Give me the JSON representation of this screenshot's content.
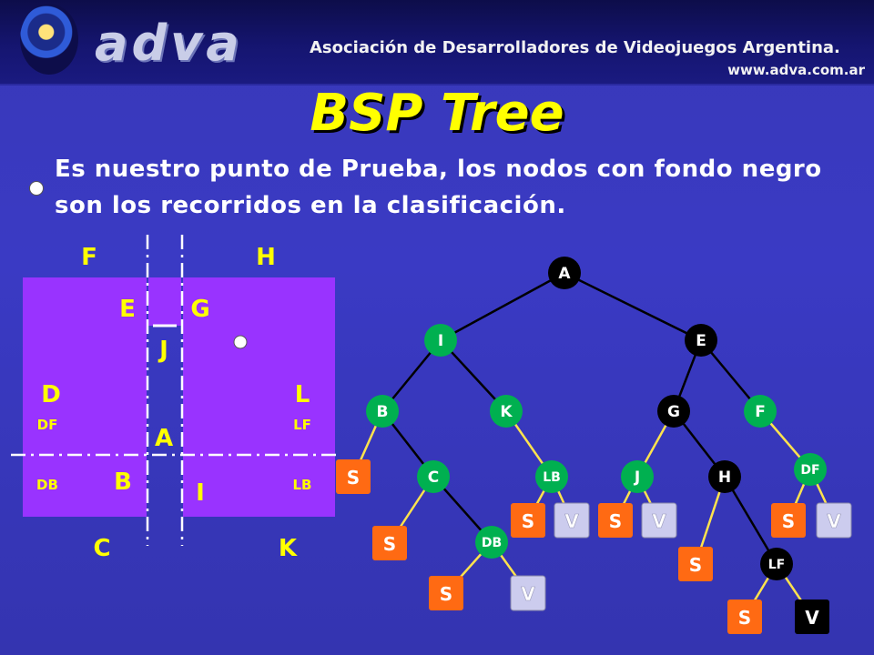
{
  "header": {
    "logo_text": "adva",
    "organization": "Asociación de Desarrolladores de Videojuegos Argentina.",
    "url": "www.adva.com.ar"
  },
  "title": "BSP Tree",
  "intro_text": "Es nuestro punto de Prueba, los nodos con fondo negro son los recorridos en la clasificación.",
  "colors": {
    "region_fill": "#9933ff",
    "region_label": "#ffff00",
    "node_green": "#00b050",
    "node_black": "#000000",
    "leaf_solid": "#ff6a13",
    "leaf_void": "#ccccee",
    "edge": "#000000",
    "edge_highlight": "#ffe34d"
  },
  "map": {
    "labels": [
      {
        "id": "F",
        "text": "F"
      },
      {
        "id": "H",
        "text": "H"
      },
      {
        "id": "E",
        "text": "E"
      },
      {
        "id": "G",
        "text": "G"
      },
      {
        "id": "J",
        "text": "J"
      },
      {
        "id": "D",
        "text": "D"
      },
      {
        "id": "L",
        "text": "L"
      },
      {
        "id": "DF",
        "text": "DF"
      },
      {
        "id": "LF",
        "text": "LF"
      },
      {
        "id": "A",
        "text": "A"
      },
      {
        "id": "DB",
        "text": "DB"
      },
      {
        "id": "B",
        "text": "B"
      },
      {
        "id": "I",
        "text": "I"
      },
      {
        "id": "LB",
        "text": "LB"
      },
      {
        "id": "C",
        "text": "C"
      },
      {
        "id": "K",
        "text": "K"
      }
    ]
  },
  "tree": {
    "nodes": [
      {
        "id": "A",
        "label": "A",
        "visited": true
      },
      {
        "id": "I",
        "label": "I",
        "visited": false
      },
      {
        "id": "E",
        "label": "E",
        "visited": true
      },
      {
        "id": "B",
        "label": "B",
        "visited": false
      },
      {
        "id": "K",
        "label": "K",
        "visited": false
      },
      {
        "id": "G",
        "label": "G",
        "visited": true
      },
      {
        "id": "F",
        "label": "F",
        "visited": false
      },
      {
        "id": "C",
        "label": "C",
        "visited": false
      },
      {
        "id": "LB",
        "label": "LB",
        "visited": false
      },
      {
        "id": "J",
        "label": "J",
        "visited": false
      },
      {
        "id": "H",
        "label": "H",
        "visited": true
      },
      {
        "id": "DF",
        "label": "DF",
        "visited": false
      },
      {
        "id": "DB",
        "label": "DB",
        "visited": false
      },
      {
        "id": "LF",
        "label": "LF",
        "visited": true
      }
    ],
    "leaves": [
      {
        "id": "s1",
        "label": "S",
        "type": "solid"
      },
      {
        "id": "s2",
        "label": "S",
        "type": "solid"
      },
      {
        "id": "s3",
        "label": "S",
        "type": "solid"
      },
      {
        "id": "v3",
        "label": "V",
        "type": "void"
      },
      {
        "id": "s4",
        "label": "S",
        "type": "solid"
      },
      {
        "id": "v4",
        "label": "V",
        "type": "void"
      },
      {
        "id": "s5",
        "label": "S",
        "type": "solid"
      },
      {
        "id": "v5",
        "label": "V",
        "type": "void"
      },
      {
        "id": "s6",
        "label": "S",
        "type": "solid"
      },
      {
        "id": "v6",
        "label": "V",
        "type": "void"
      },
      {
        "id": "s7",
        "label": "S",
        "type": "solid"
      },
      {
        "id": "s8",
        "label": "S",
        "type": "solid"
      },
      {
        "id": "v8",
        "label": "V",
        "type": "void_visited"
      }
    ]
  }
}
